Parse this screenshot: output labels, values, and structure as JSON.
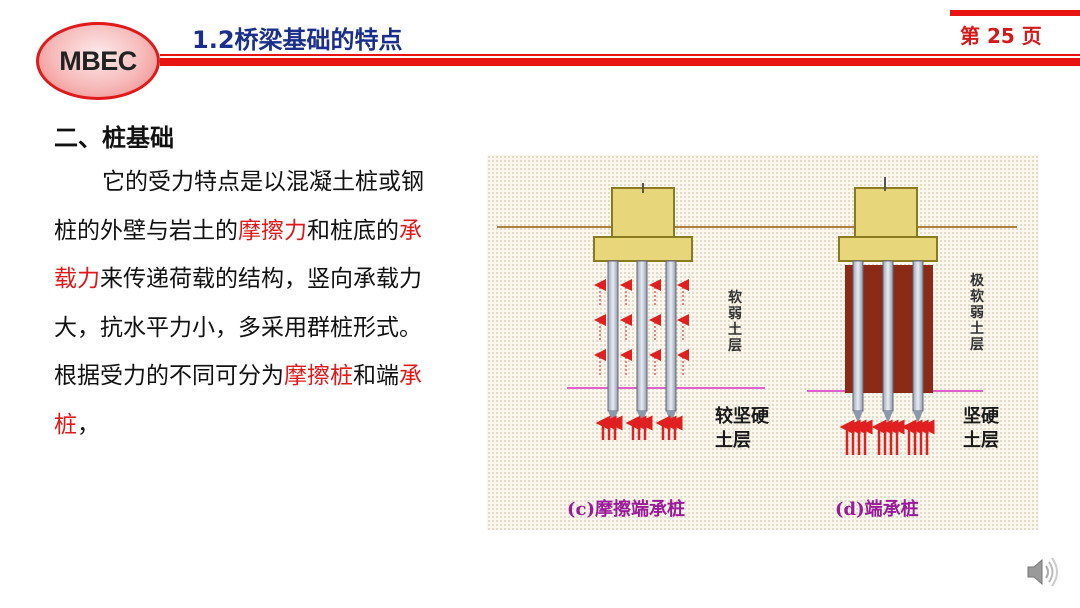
{
  "header": {
    "logo_text": "MBEC",
    "title": "1.2桥梁基础的特点",
    "page_label": "第 25 页"
  },
  "content": {
    "heading": "二、桩基础",
    "lines": [
      [
        "它的受力特点是以混凝土桩或钢"
      ],
      [
        "桩的外壁与岩土的",
        "摩擦力",
        "和桩底的",
        "承"
      ],
      [
        "载力",
        "来传递荷载的结构，竖向承载力"
      ],
      [
        "大，抗水平力小，多采用群桩形式。"
      ],
      [
        "根据受力的不同可分为",
        "摩擦桩",
        "和端",
        "承"
      ],
      [
        "桩",
        "，"
      ]
    ]
  },
  "figure": {
    "left_pile": {
      "soft_layer_label": "软弱土层",
      "hard_layer_label": "较坚硬土层",
      "caption": "(c)摩擦端承桩"
    },
    "right_pile": {
      "soft_layer_label": "极软弱土层",
      "hard_layer_label": "坚硬土层",
      "caption": "(d)端承桩"
    }
  },
  "colors": {
    "accent_red": "#e01818",
    "title_blue": "#1a2f8c",
    "pile_cap_yellow": "#e8d77a",
    "soil_brown": "#8b2a16"
  },
  "icons": {
    "speaker": "speaker-icon"
  }
}
